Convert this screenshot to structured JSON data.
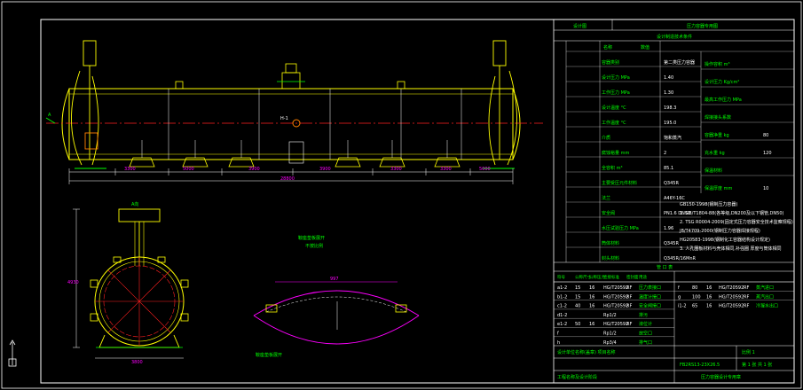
{
  "view_labels": {
    "elevation_marker": "A",
    "section_title": "A向",
    "detail_title_top": "鞍座垫板展开",
    "detail_title_sub": "不按比例",
    "detail_caption": "鞍座垫板展开",
    "detail_width": "997"
  },
  "dimensions": {
    "overall_length": "28800",
    "segments": [
      "3300",
      "5000",
      "3900",
      "3900",
      "3300",
      "3300",
      "5000"
    ],
    "section_width": "3800",
    "section_height": "4930",
    "center_label": "H-1"
  },
  "title_block": {
    "top_left": "设计图",
    "top_right": "压力容器专用图",
    "header": "设计制造技术条件",
    "col_name": "名称",
    "col_value": "数值",
    "rows_left": [
      {
        "label": "容器类别",
        "value": "第二类压力容器"
      },
      {
        "label": "设计压力 MPa",
        "value": "1.40"
      },
      {
        "label": "工作压力 MPa",
        "value": "1.30"
      },
      {
        "label": "设计温度 °C",
        "value": "198.3"
      },
      {
        "label": "工作温度 °C",
        "value": "195.0"
      },
      {
        "label": "介质",
        "value": "饱和蒸汽"
      },
      {
        "label": "腐蚀裕量 mm",
        "value": "2"
      },
      {
        "label": "全容积 m³",
        "value": "85.1"
      },
      {
        "label": "主要受压元件材料",
        "value": "Q345R"
      },
      {
        "label": "法兰",
        "value": "A46Y-16C"
      },
      {
        "label": "安全阀",
        "value": "PN1.6 DN50"
      },
      {
        "label": "水压试验压力 MPa",
        "value": "1.96"
      },
      {
        "label": "筒体材料",
        "value": "Q345R"
      },
      {
        "label": "封头材料",
        "value": "Q345R/16MnR"
      }
    ],
    "rows_right": [
      {
        "label": "操作容积 m³",
        "value": ""
      },
      {
        "label": "设计压力 Kg/cm²",
        "value": ""
      },
      {
        "label": "最高工作压力 MPa",
        "value": ""
      },
      {
        "label": "焊接接头系数",
        "value": ""
      },
      {
        "label": "容器净重 kg",
        "value": "80"
      },
      {
        "label": "充水重 kg",
        "value": "120"
      },
      {
        "label": "保温材料",
        "value": ""
      },
      {
        "label": "保温厚度 mm",
        "value": "10"
      }
    ],
    "standards": [
      "GB150-1998(钢制压力容器)",
      "1. GB/T1804-88(各等级,DN200及以下钢管,DN50)",
      "2. TSG R0004-2009(固定式压力容器安全技术监察规程)",
      "JB/T4709-2000(钢制压力容器焊接规程)",
      "HG20583-1998(钢制化工容器结构设计规定)",
      "3. 人孔圈板材料与壳体相同,补强圈 厚度与筒体相同"
    ],
    "nozzle_header": "管 口 表",
    "nozzle_cols": [
      "符号",
      "公称尺寸",
      "公称压力",
      "连接标准",
      "密封面",
      "用途"
    ],
    "nozzles_left": [
      {
        "sym": "a1-2",
        "dn": "15",
        "pn": "16",
        "std": "HG/T20592",
        "face": "RF",
        "use": "压力表接口"
      },
      {
        "sym": "b1-2",
        "dn": "15",
        "pn": "16",
        "std": "HG/T20592",
        "face": "RF",
        "use": "温度计接口"
      },
      {
        "sym": "c1-2",
        "dn": "40",
        "pn": "16",
        "std": "HG/T20592",
        "face": "RF",
        "use": "安全阀接口"
      },
      {
        "sym": "d1-2",
        "dn": "",
        "pn": "",
        "std": "Rp1/2",
        "face": "",
        "use": "排污"
      },
      {
        "sym": "e1-2",
        "dn": "50",
        "pn": "16",
        "std": "HG/T20592",
        "face": "RF",
        "use": "液位计"
      },
      {
        "sym": "f",
        "dn": "",
        "pn": "",
        "std": "Rp1/2",
        "face": "",
        "use": "放空口"
      },
      {
        "sym": "h",
        "dn": "",
        "pn": "",
        "std": "Rp3/4",
        "face": "",
        "use": "排气口"
      }
    ],
    "nozzles_right": [
      {
        "sym": "f",
        "dn": "80",
        "pn": "16",
        "std": "HG/T20592",
        "face": "RF",
        "use": "蒸汽进口"
      },
      {
        "sym": "g",
        "dn": "100",
        "pn": "16",
        "std": "HG/T20592",
        "face": "RF",
        "use": "蒸汽出口"
      },
      {
        "sym": "i1-2",
        "dn": "65",
        "pn": "16",
        "std": "HG/T20592",
        "face": "RF",
        "use": "冷凝水出口"
      }
    ],
    "footer_left": "设计单位名称(盖章) 项目名称",
    "footer_drawing_no": "FB2RS13-23X26.5",
    "footer_scale": "比例 1",
    "footer_sheet": "第 1 张 共 1 张",
    "footer_bottom": "工程名称及设计阶段",
    "footer_right": "压力容器设计专用章"
  }
}
